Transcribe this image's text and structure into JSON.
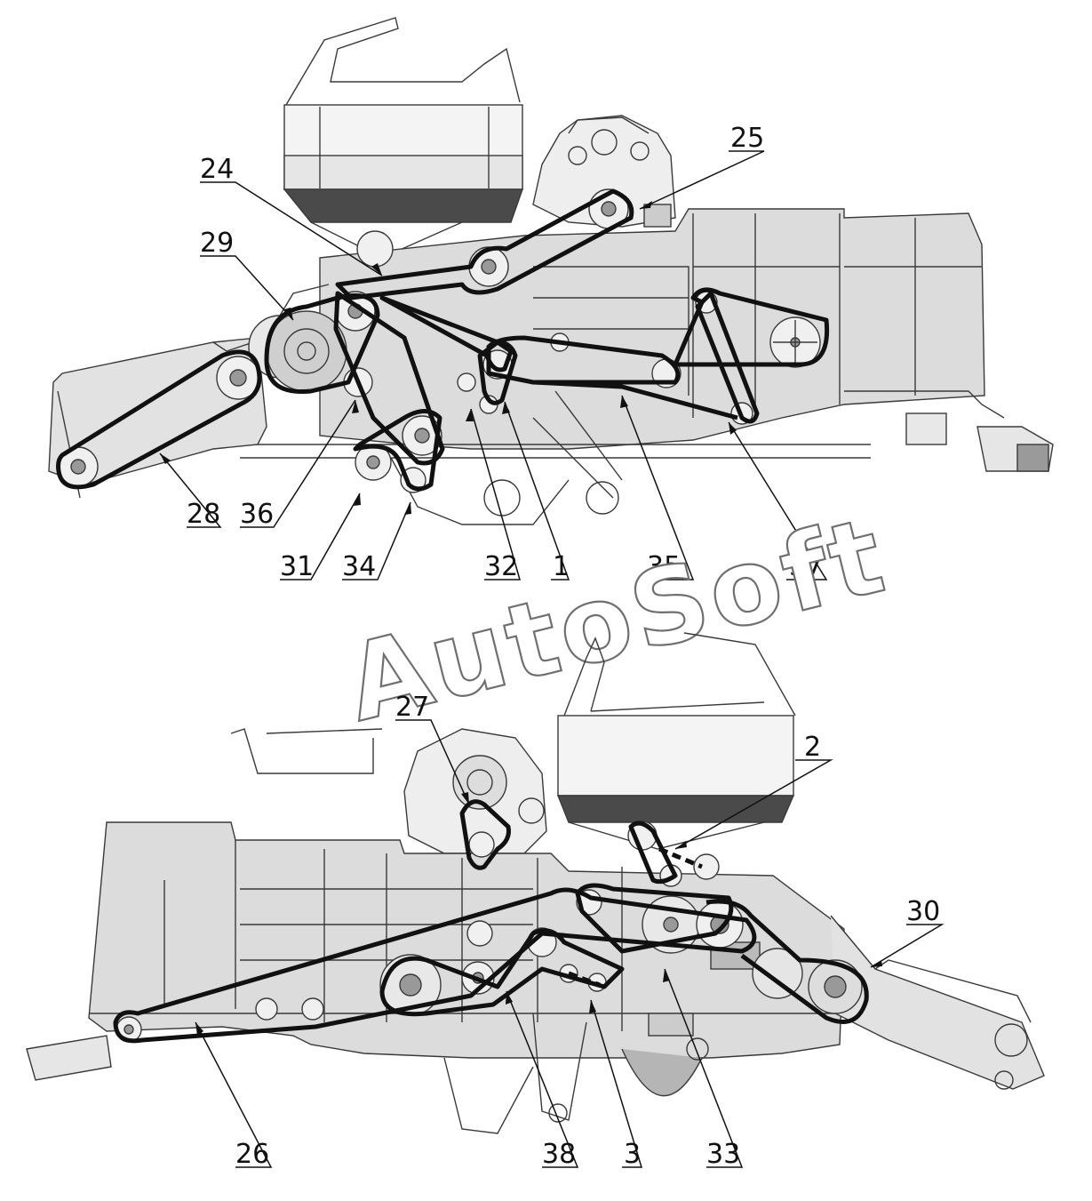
{
  "watermark": "AutoSoft",
  "colors": {
    "belt": "#111111",
    "body_fill": "#dcdcdc",
    "hopper_dark": "#4a4a4a",
    "line": "#3a3a3a"
  },
  "top_view": {
    "callouts": [
      {
        "id": "c24",
        "label": "24"
      },
      {
        "id": "c25",
        "label": "25"
      },
      {
        "id": "c29",
        "label": "29"
      },
      {
        "id": "c28",
        "label": "28"
      },
      {
        "id": "c36",
        "label": "36"
      },
      {
        "id": "c31",
        "label": "31"
      },
      {
        "id": "c34",
        "label": "34"
      },
      {
        "id": "c32",
        "label": "32"
      },
      {
        "id": "c1",
        "label": "1"
      },
      {
        "id": "c35",
        "label": "35"
      },
      {
        "id": "c37",
        "label": "37"
      }
    ]
  },
  "bottom_view": {
    "callouts": [
      {
        "id": "c27",
        "label": "27"
      },
      {
        "id": "c2",
        "label": "2"
      },
      {
        "id": "c30",
        "label": "30"
      },
      {
        "id": "c26",
        "label": "26"
      },
      {
        "id": "c38",
        "label": "38"
      },
      {
        "id": "c3",
        "label": "3"
      },
      {
        "id": "c33",
        "label": "33"
      }
    ]
  }
}
